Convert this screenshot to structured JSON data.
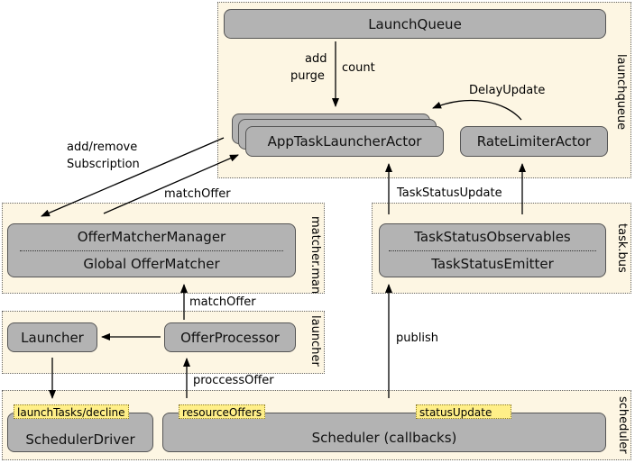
{
  "zones": {
    "launchqueue": "launchqueue",
    "matcher": "matcher.man",
    "taskbus": "task.bus",
    "launcher": "launcher",
    "scheduler": "scheduler"
  },
  "boxes": {
    "launch_queue": "LaunchQueue",
    "app_task_launcher_actor": "AppTaskLauncherActor",
    "rate_limiter_actor": "RateLimiterActor",
    "offer_matcher_manager": "OfferMatcherManager",
    "global_offer_matcher": "Global OfferMatcher",
    "task_status_observables": "TaskStatusObservables",
    "task_status_emitter": "TaskStatusEmitter",
    "launcher": "Launcher",
    "offer_processor": "OfferProcessor",
    "scheduler_driver": "SchedulerDriver",
    "scheduler_callbacks": "Scheduler (callbacks)"
  },
  "tags": {
    "launch_tasks_decline": "launchTasks/decline",
    "resource_offers": "resourceOffers",
    "status_update": "statusUpdate"
  },
  "edge_labels": {
    "add": "add",
    "purge": "purge",
    "count": "count",
    "delay_update": "DelayUpdate",
    "add_remove": "add/remove",
    "subscription": "Subscription",
    "match_offer_top": "matchOffer",
    "task_status_update": "TaskStatusUpdate",
    "match_offer_mid": "matchOffer",
    "publish": "publish",
    "process_offer": "proccessOffer"
  }
}
